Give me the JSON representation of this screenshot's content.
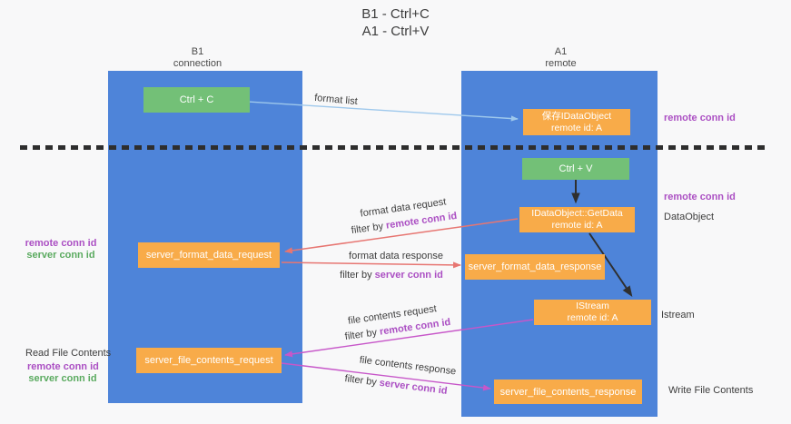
{
  "title": {
    "line1": "B1 - Ctrl+C",
    "line2": "A1 - Ctrl+V"
  },
  "columns": {
    "left": {
      "name": "B1",
      "subtitle": "connection"
    },
    "right": {
      "name": "A1",
      "subtitle": "remote"
    }
  },
  "boxes": {
    "ctrl_c": {
      "label": "Ctrl + C"
    },
    "ctrl_v": {
      "label": "Ctrl + V"
    },
    "save_dataobject": {
      "line1": "保存IDataObject",
      "line2": "remote id: A"
    },
    "getdata": {
      "line1": "IDataObject::GetData",
      "line2": "remote id: A"
    },
    "istream": {
      "line1": "IStream",
      "line2": "remote id: A"
    },
    "format_request": {
      "label": "server_format_data_request"
    },
    "format_response": {
      "label": "server_format_data_response"
    },
    "file_request": {
      "label": "server_file_contents_request"
    },
    "file_response": {
      "label": "server_file_contents_response"
    }
  },
  "flow_labels": {
    "format_list": "format list",
    "format_data_request": "format data request",
    "format_data_response": "format data response",
    "file_contents_request": "file contents request",
    "file_contents_response": "file contents response",
    "filter_by": "filter by",
    "remote_conn_id": "remote conn id",
    "server_conn_id": "server conn id"
  },
  "side_labels": {
    "left_remote_conn_id": "remote conn id",
    "left_server_conn_id": "server conn id",
    "read_file_contents": "Read File Contents",
    "right_remote_conn_id_top": "remote conn id",
    "right_remote_conn_id_mid": "remote conn id",
    "dataobject": "DataObject",
    "istream": "Istream",
    "write_file_contents": "Write File Contents"
  },
  "colors": {
    "column_blue": "#4e84d9",
    "box_green": "#73c077",
    "box_orange": "#f8ab49",
    "purple_text": "#ab4fc3",
    "green_text": "#5aaa5f",
    "arrow_blue": "#9ec8ec",
    "arrow_red": "#e77672",
    "arrow_magenta": "#c757c9",
    "arrow_black": "#2f2f2f",
    "dash_color": "#2e2e2e",
    "background": "#f8f8f9",
    "text_dark": "#3d3d3d"
  }
}
